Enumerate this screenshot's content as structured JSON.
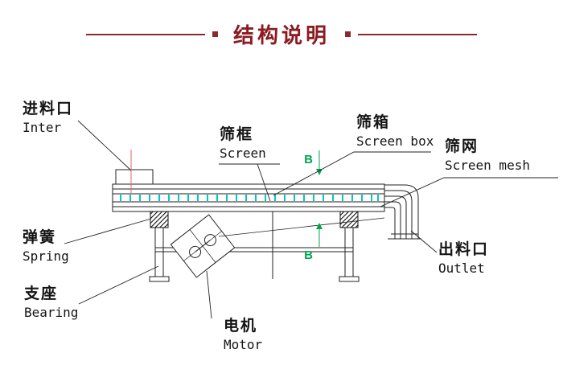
{
  "page": {
    "title": "结构说明"
  },
  "colors": {
    "accent_red": "#8b1b20",
    "rule_red": "#8b2a2e",
    "drawing_line": "#222222",
    "mesh_cyan": "#00c8c8",
    "section_green": "#00a650",
    "centerline_red": "#e06666"
  },
  "section_markers": {
    "top": "B",
    "bottom": "B"
  },
  "labels": {
    "inlet": {
      "zh": "进料口",
      "en": "Inter"
    },
    "screen_frame": {
      "zh": "筛框",
      "en": "Screen"
    },
    "screen_box": {
      "zh": "筛箱",
      "en": "Screen box"
    },
    "screen_mesh": {
      "zh": "筛网",
      "en": "Screen mesh"
    },
    "spring": {
      "zh": "弹簧",
      "en": "Spring"
    },
    "bearing": {
      "zh": "支座",
      "en": "Bearing"
    },
    "motor": {
      "zh": "电机",
      "en": "Motor"
    },
    "outlet": {
      "zh": "出料口",
      "en": "Outlet"
    }
  }
}
